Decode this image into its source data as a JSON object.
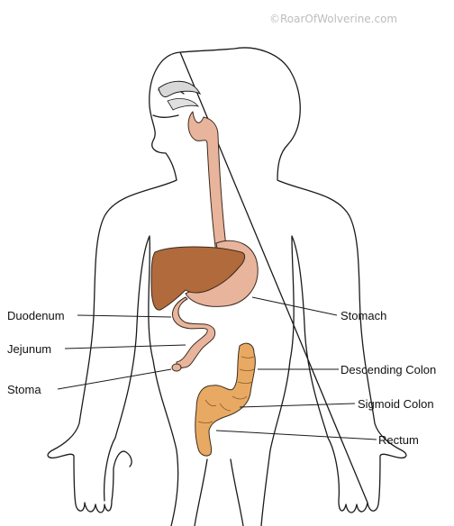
{
  "credit": "©RoarOfWolverine.com",
  "labels": {
    "duodenum": "Duodenum",
    "jejunum": "Jejunum",
    "stoma": "Stoma",
    "stomach": "Stomach",
    "descending_colon": "Descending Colon",
    "sigmoid_colon": "Sigmoid Colon",
    "rectum": "Rectum"
  },
  "colors": {
    "esophagus_stomach": "#e8b49c",
    "liver": "#b06a3c",
    "colon": "#e8aa62",
    "outline": "#1a1a1a"
  }
}
